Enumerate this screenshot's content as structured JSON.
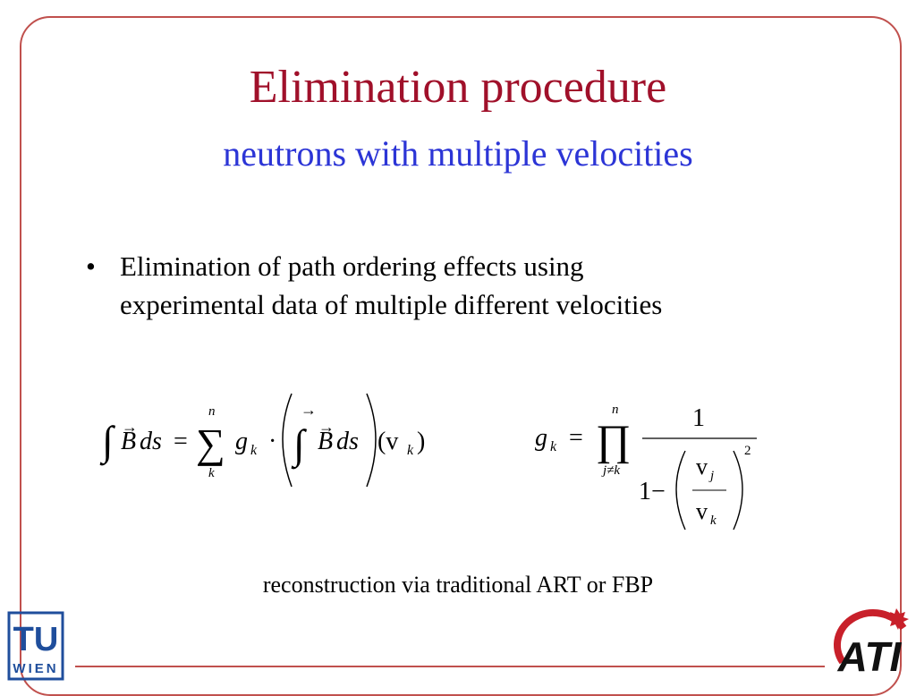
{
  "slide": {
    "title": "Elimination procedure",
    "subtitle": "neutrons with multiple velocities",
    "bullet": {
      "marker": "•",
      "lines": [
        "Elimination of path ordering effects using",
        "experimental data of multiple different velocities"
      ]
    },
    "caption": "reconstruction via traditional ART or FBP"
  },
  "formula_left": {
    "integral": "∫",
    "vec_arrow": "→",
    "B": "B",
    "ds": "ds",
    "equals": "=",
    "sum": "∑",
    "sum_upper": "n",
    "sum_lower": "k",
    "g": "g",
    "sub_k": "k",
    "dot": "·",
    "v_arg_open": "(v",
    "v_arg_close": ")"
  },
  "formula_right": {
    "g": "g",
    "sub_k": "k",
    "equals": "=",
    "prod": "∏",
    "prod_upper": "n",
    "prod_lower": "j≠k",
    "numerator": "1",
    "one_minus": "1−",
    "v": "v",
    "sub_j": "j",
    "exponent": "2"
  },
  "logos": {
    "tu_top": "TU",
    "tu_bottom": "WIEN",
    "ati": "ATI",
    "colors": {
      "tu_blue": "#1f4e9c",
      "ati_red": "#c8202a",
      "ati_black": "#111111"
    }
  },
  "colors": {
    "title": "#a0102a",
    "subtitle": "#2c35d6",
    "frame": "#c0504d"
  }
}
